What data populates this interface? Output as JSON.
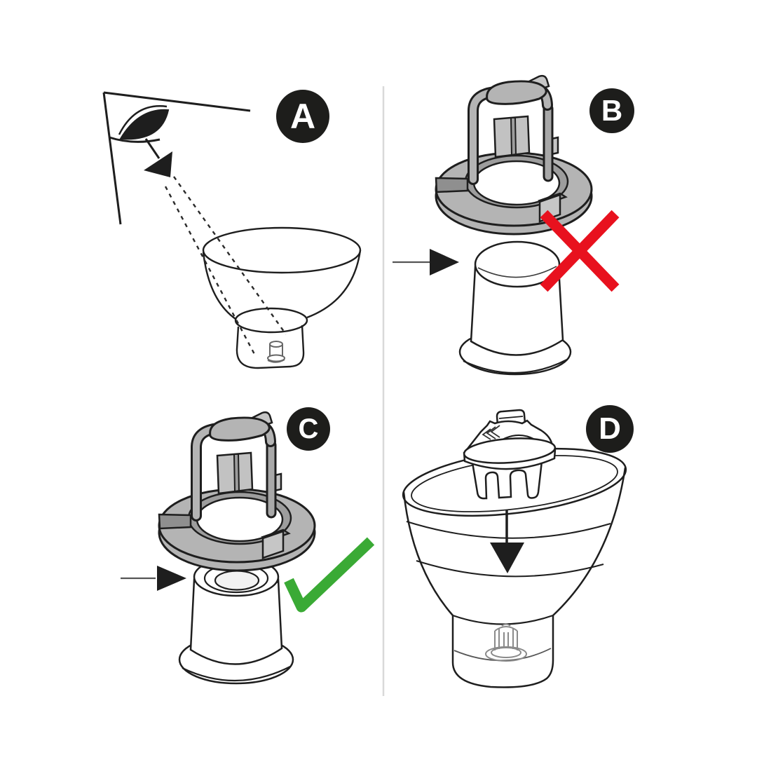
{
  "sheet": {
    "background": "#ffffff",
    "divider_color": "#d9d9d9"
  },
  "colors": {
    "line": "#1e1e1e",
    "part_gray": "#b4b4b4",
    "part_gray_dark": "#9d9d9d",
    "error_red": "#e8111e",
    "success_green": "#3aaa35",
    "badge_background": "#1d1d1b",
    "badge_text": "#ffffff"
  },
  "panels": [
    {
      "letter": "A",
      "icons": [
        "eye-view-icon",
        "pointer-arrow-icon",
        "sight-lines",
        "funnel-outline",
        "outlet-cylinder"
      ]
    },
    {
      "letter": "B",
      "verdict_icon": "red-cross-icon",
      "icons": [
        "cartridge-adapter",
        "arrow-right-icon",
        "adapter-cup",
        "red-cross-icon"
      ]
    },
    {
      "letter": "C",
      "verdict_icon": "green-check-icon",
      "icons": [
        "cartridge-adapter",
        "arrow-right-icon",
        "adapter-cup",
        "green-check-icon"
      ]
    },
    {
      "letter": "D",
      "icons": [
        "filter-cartridge",
        "funnel-outline",
        "arrow-down-icon",
        "outlet-valve"
      ]
    }
  ]
}
